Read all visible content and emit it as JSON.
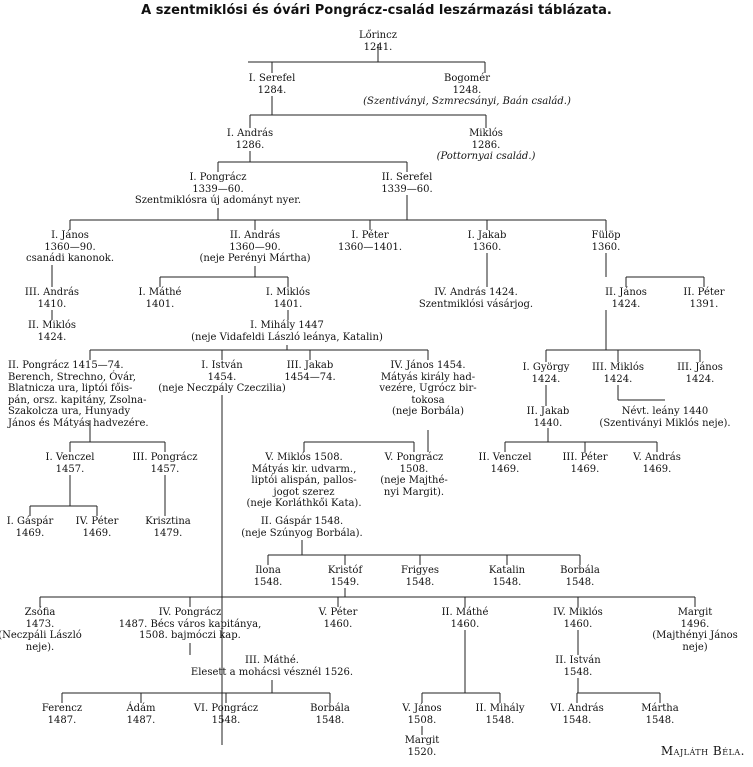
{
  "title": "A szentmiklósi és óvári Pongrácz-család leszármazási táblázata.",
  "author": "Majláth Béla.",
  "persons": {
    "p1": {
      "name": "Lőrincz",
      "date": "1241."
    },
    "p2": {
      "name": "I. Serefel",
      "date": "1284."
    },
    "p3": {
      "name": "Bogomér",
      "date": "1248.",
      "note_italic": "(Szentiványi, Szmrecsányi, Baán család.)"
    },
    "p4": {
      "name": "I. András",
      "date": "1286."
    },
    "p5": {
      "name": "Miklós",
      "date": "1286.",
      "note_italic": "(Pottornyai család.)"
    },
    "p6": {
      "name": "I. Pongrácz",
      "date": "1339—60.",
      "note": "Szentmiklósra új adományt nyer."
    },
    "p7": {
      "name": "II. Serefel",
      "date": "1339—60."
    },
    "p8": {
      "name": "I. János",
      "date": "1360—90.",
      "note": "csanádi kanonok."
    },
    "p9": {
      "name": "II. András",
      "date": "1360—90.",
      "note": "(neje Perényi Mártha)"
    },
    "p10": {
      "name": "I. Péter",
      "date": "1360—1401."
    },
    "p11": {
      "name": "I. Jakab",
      "date": "1360."
    },
    "p12": {
      "name": "Fülöp",
      "date": "1360."
    },
    "p13": {
      "name": "III. András",
      "date": "1410."
    },
    "p14": {
      "name": "II. Miklós",
      "date": "1424."
    },
    "p15": {
      "name": "I. Máthé",
      "date": "1401."
    },
    "p16": {
      "name": "I. Miklós",
      "date": "1401."
    },
    "p17": {
      "name": "IV. András 1424.",
      "note": "Szentmiklósi vásárjog."
    },
    "p18": {
      "name": "II. János",
      "date": "1424."
    },
    "p19": {
      "name": "II. Péter",
      "date": "1391."
    },
    "p20": {
      "name": "I. Mihály 1447",
      "note": "(neje Vidafeldi László leánya, Katalin)"
    },
    "p21": {
      "name": "II. Pongrácz 1415—74.",
      "lines": [
        "Berench, Strechno, Óvár,",
        "Blatnicza ura, liptói főis-",
        "pán, orsz. kapitány, Zsolna-",
        "Szakolcza ura, Hunyady",
        "János és Mátyás hadvezére."
      ]
    },
    "p22": {
      "name": "I. István",
      "date": "1454.",
      "note": "(neje Neczpály Czeczilia)"
    },
    "p23": {
      "name": "III. Jakab",
      "date": "1454—74."
    },
    "p24": {
      "name": "IV. János 1454.",
      "lines": [
        "Mátyás király had-",
        "vezére, Ugrócz bir-",
        "tokosa",
        "(neje Borbála)"
      ]
    },
    "p25": {
      "name": "I. György",
      "date": "1424."
    },
    "p26": {
      "name": "III. Miklós",
      "date": "1424."
    },
    "p27": {
      "name": "III. János",
      "date": "1424."
    },
    "p28": {
      "name": "II. Jakab",
      "date": "1440."
    },
    "p29": {
      "name": "Névt. leány 1440",
      "note": "(Szentiványi Miklós neje)."
    },
    "p30": {
      "name": "I. Venczel",
      "date": "1457."
    },
    "p31": {
      "name": "III. Pongrácz",
      "date": "1457."
    },
    "p32": {
      "name": "V. Miklós 1508.",
      "lines": [
        "Mátyás kir. udvarm.,",
        "liptói alispán, pallos-",
        "jogot szerez",
        "(neje Korláthkői Kata)."
      ]
    },
    "p33": {
      "name": "V. Pongrácz",
      "date": "1508.",
      "lines": [
        "(neje Majthé-",
        "nyi Margit)."
      ]
    },
    "p34": {
      "name": "II. Venczel",
      "date": "1469."
    },
    "p35": {
      "name": "III. Péter",
      "date": "1469."
    },
    "p36": {
      "name": "V. András",
      "date": "1469."
    },
    "p37": {
      "name": "I. Gáspár",
      "date": "1469."
    },
    "p38": {
      "name": "IV. Péter",
      "date": "1469."
    },
    "p39": {
      "name": "Krisztina",
      "date": "1479."
    },
    "p40": {
      "name": "II. Gáspár 1548.",
      "note": "(neje Szúnyog Borbála)."
    },
    "p41": {
      "name": "Ilona",
      "date": "1548."
    },
    "p42": {
      "name": "Kristóf",
      "date": "1549."
    },
    "p43": {
      "name": "Frigyes",
      "date": "1548."
    },
    "p44": {
      "name": "Katalin",
      "date": "1548."
    },
    "p45": {
      "name": "Borbála",
      "date": "1548."
    },
    "p46": {
      "name": "Zsófia",
      "date": "1473.",
      "lines": [
        "(Neczpáli László",
        "neje)."
      ]
    },
    "p47": {
      "name": "IV. Pongrácz",
      "lines": [
        "1487. Bécs város kapitánya,",
        "1508. bajmóczi kap."
      ]
    },
    "p48": {
      "name": "V. Péter",
      "date": "1460."
    },
    "p49": {
      "name": "II. Máthé",
      "date": "1460."
    },
    "p50": {
      "name": "IV. Miklós",
      "date": "1460."
    },
    "p51": {
      "name": "Margit",
      "date": "1496.",
      "lines": [
        "(Majthényi János",
        "neje)"
      ]
    },
    "p52": {
      "name": "III. Máthé.",
      "note": "Elesett a mohácsi vésznél 1526."
    },
    "p53": {
      "name": "II. István",
      "date": "1548."
    },
    "p54": {
      "name": "Ferencz",
      "date": "1487."
    },
    "p55": {
      "name": "Ádám",
      "date": "1487."
    },
    "p56": {
      "name": "VI. Pongrácz",
      "date": "1548."
    },
    "p57": {
      "name": "Borbála",
      "date": "1548."
    },
    "p58": {
      "name": "V. János",
      "date": "1508."
    },
    "p59": {
      "name": "II. Mihály",
      "date": "1548."
    },
    "p60": {
      "name": "VI. András",
      "date": "1548."
    },
    "p61": {
      "name": "Mártha",
      "date": "1548."
    },
    "p62": {
      "name": "Margit",
      "date": "1520."
    }
  }
}
